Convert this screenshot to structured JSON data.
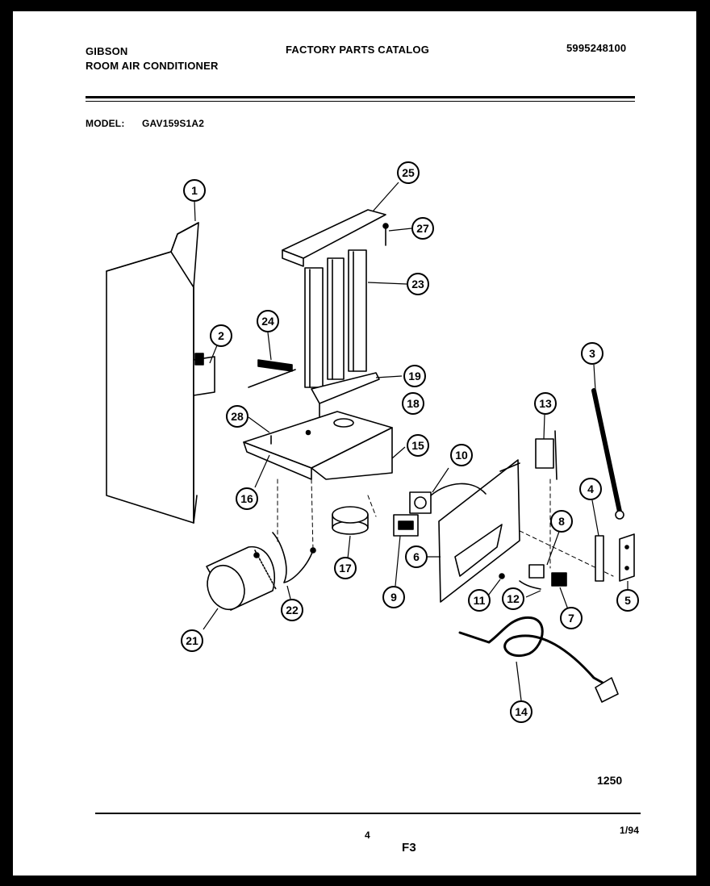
{
  "header": {
    "brand": "GIBSON",
    "product": "ROOM AIR CONDITIONER",
    "catalog_title": "FACTORY PARTS CATALOG",
    "catalog_number": "5995248100",
    "model_label": "MODEL:",
    "model_number": "GAV159S1A2"
  },
  "diagram": {
    "callouts": [
      "1",
      "2",
      "3",
      "4",
      "5",
      "6",
      "7",
      "8",
      "9",
      "10",
      "11",
      "12",
      "13",
      "14",
      "15",
      "16",
      "17",
      "18",
      "19",
      "21",
      "22",
      "23",
      "24",
      "25",
      "27",
      "28"
    ],
    "drawing_code": "1250"
  },
  "footer": {
    "page_number": "4",
    "section": "F3",
    "date": "1/94"
  }
}
